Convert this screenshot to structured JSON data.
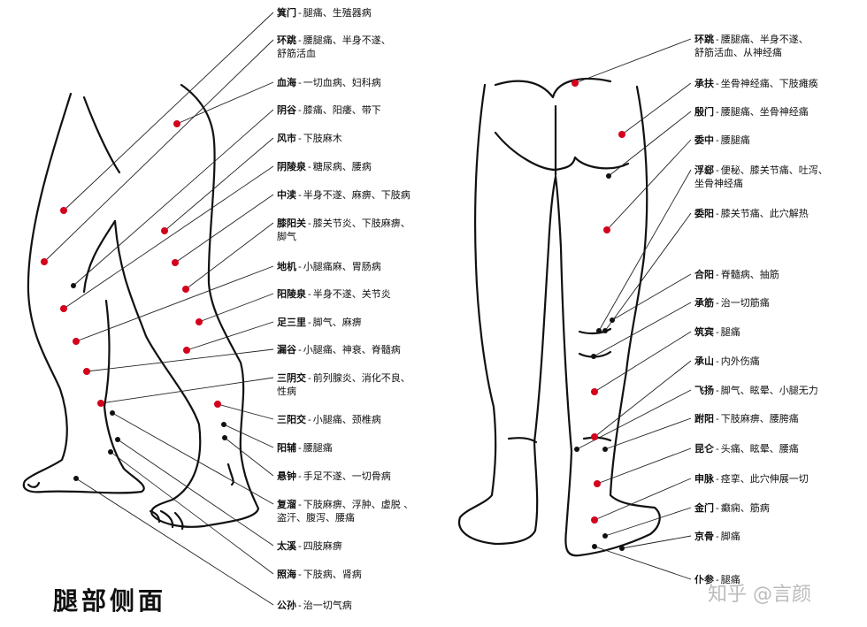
{
  "title": "腿部侧面",
  "watermark": "知乎 @言颜",
  "colors": {
    "point": "#d4001c",
    "dot": "#111111",
    "line": "#222222"
  },
  "left_points": [
    {
      "name": "箕门",
      "desc": [
        "腿痛、生殖器病"
      ]
    },
    {
      "name": "环跳",
      "desc": [
        "腰腿痛、半身不遂、",
        "舒筋活血"
      ]
    },
    {
      "name": "血海",
      "desc": [
        "一切血病、妇科病"
      ]
    },
    {
      "name": "阴谷",
      "desc": [
        "膝痛、阳痿、带下"
      ]
    },
    {
      "name": "风市",
      "desc": [
        "下肢麻木"
      ]
    },
    {
      "name": "阴陵泉",
      "desc": [
        "糖尿病、腰病"
      ]
    },
    {
      "name": "中渎",
      "desc": [
        "半身不遂、麻痹、下肢病"
      ]
    },
    {
      "name": "膝阳关",
      "desc": [
        "膝关节炎、下肢麻痹、",
        "脚气"
      ]
    },
    {
      "name": "地机",
      "desc": [
        "小腿痛麻、胃肠病"
      ]
    },
    {
      "name": "阳陵泉",
      "desc": [
        "半身不遂、关节炎"
      ]
    },
    {
      "name": "足三里",
      "desc": [
        "脚气、麻痹"
      ]
    },
    {
      "name": "漏谷",
      "desc": [
        "小腿痛、神衰、脊髓病"
      ]
    },
    {
      "name": "三阴交",
      "desc": [
        "前列腺炎、消化不良、",
        "性病"
      ]
    },
    {
      "name": "三阳交",
      "desc": [
        "小腿痛、颈椎病"
      ]
    },
    {
      "name": "阳辅",
      "desc": [
        "腰腿痛"
      ]
    },
    {
      "name": "悬钟",
      "desc": [
        "手足不遂、一切骨病"
      ]
    },
    {
      "name": "复溜",
      "desc": [
        "下肢麻痹、浮肿、虚脱 、",
        "盗汗、腹泻、腰痛"
      ]
    },
    {
      "name": "太溪",
      "desc": [
        "四肢麻痹"
      ]
    },
    {
      "name": "照海",
      "desc": [
        "下肢病、肾病"
      ]
    },
    {
      "name": "公孙",
      "desc": [
        "治一切气病"
      ]
    }
  ],
  "right_points": [
    {
      "name": "环跳",
      "desc": [
        "腰腿痛、半身不遂、",
        "舒筋活血、从神经痛"
      ]
    },
    {
      "name": "承扶",
      "desc": [
        "坐骨神经痛、下肢瘫痪"
      ]
    },
    {
      "name": "殷门",
      "desc": [
        "腰腿痛、坐骨神经痛"
      ]
    },
    {
      "name": "委中",
      "desc": [
        "腰腿痛"
      ]
    },
    {
      "name": "浮郄",
      "desc": [
        "便秘、膝关节痛、吐泻、",
        "坐骨神经痛"
      ]
    },
    {
      "name": "委阳",
      "desc": [
        "膝关节痛、此穴解热"
      ]
    },
    {
      "name": "合阳",
      "desc": [
        "脊髓病、抽筋"
      ]
    },
    {
      "name": "承筋",
      "desc": [
        "治一切筋痛"
      ]
    },
    {
      "name": "筑宾",
      "desc": [
        "腿痛"
      ]
    },
    {
      "name": "承山",
      "desc": [
        "内外伤痛"
      ]
    },
    {
      "name": "飞扬",
      "desc": [
        "脚气、眩晕、小腿无力"
      ]
    },
    {
      "name": "跗阳",
      "desc": [
        "下肢麻痹、腰胯痛"
      ]
    },
    {
      "name": "昆仑",
      "desc": [
        "头痛、眩晕、腰痛"
      ]
    },
    {
      "name": "申脉",
      "desc": [
        "痉挛、此穴伸展一切"
      ]
    },
    {
      "name": "金门",
      "desc": [
        "癫痫、筋病"
      ]
    },
    {
      "name": "京骨",
      "desc": [
        "脚痛"
      ]
    },
    {
      "name": "仆参",
      "desc": [
        "腿痛"
      ]
    }
  ]
}
